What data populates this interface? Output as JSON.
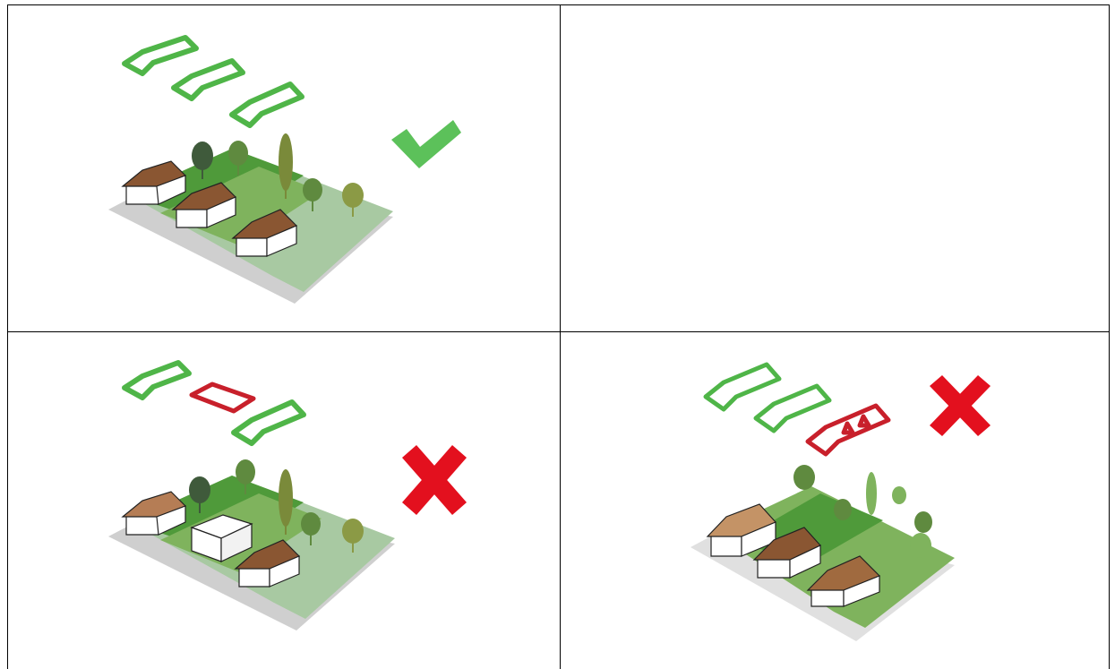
{
  "panels": [
    {
      "id": "top-left",
      "verdict": "correct",
      "verdict_icon": "checkmark-icon",
      "verdict_color": "#5cc15a",
      "roof_outlines": [
        "green",
        "green",
        "green"
      ]
    },
    {
      "id": "top-right",
      "verdict": "",
      "verdict_icon": "",
      "roof_outlines": []
    },
    {
      "id": "bottom-left",
      "verdict": "incorrect",
      "verdict_icon": "cross-icon",
      "verdict_color": "#e3101e",
      "roof_outlines": [
        "green",
        "red",
        "green"
      ]
    },
    {
      "id": "bottom-right",
      "verdict": "incorrect",
      "verdict_icon": "cross-icon",
      "verdict_color": "#e3101e",
      "roof_outlines": [
        "green",
        "green",
        "red"
      ]
    }
  ],
  "colors": {
    "outline_green": "#4fb548",
    "outline_red": "#c8202b",
    "roof_brown": "#8a5632",
    "grass_dark": "#4f9a3a",
    "grass_mid": "#7fb35d",
    "grass_light": "#a8c9a2",
    "pavement": "#cfcfcf",
    "tree_dark": "#3f5a3b"
  }
}
